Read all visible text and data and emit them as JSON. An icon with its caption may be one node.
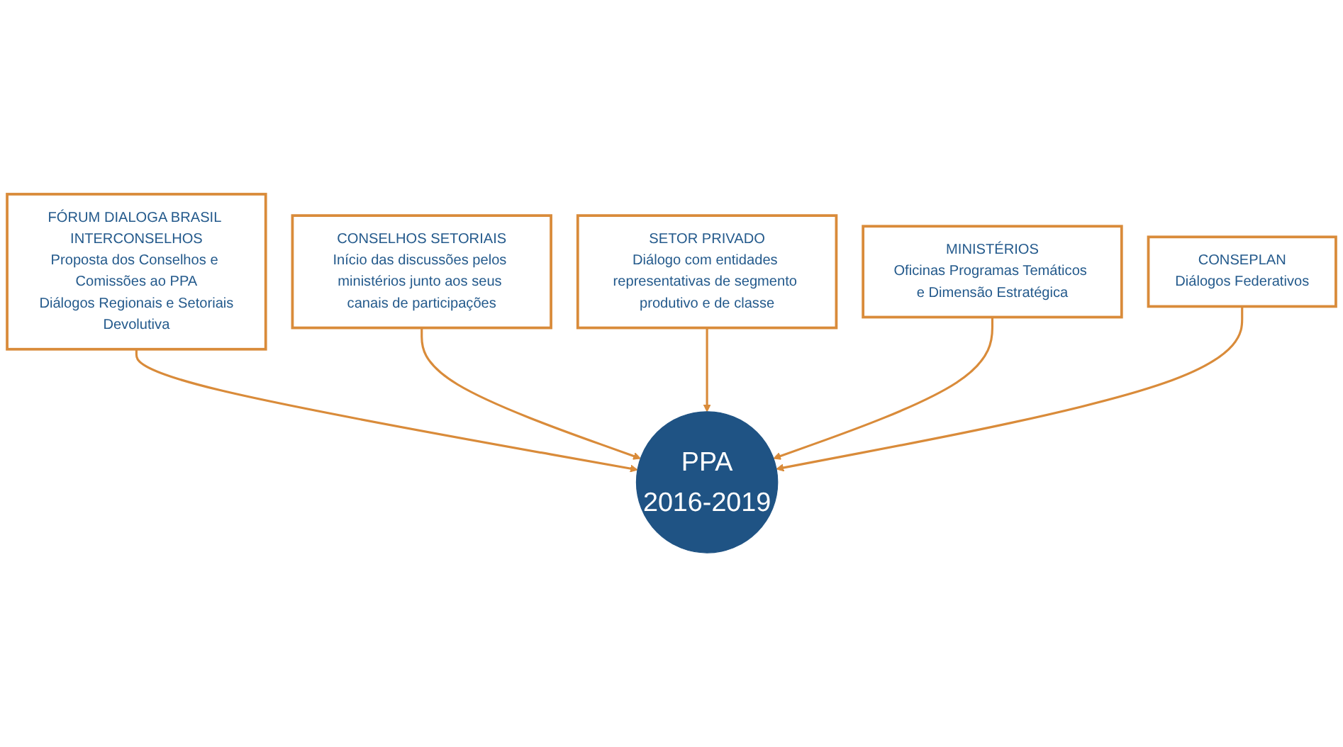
{
  "diagram": {
    "nodes": [
      {
        "text": [
          "FÓRUM DIALOGA BRASIL INTERCONSELHOS",
          "Proposta dos Conselhos e Comissões ao PPA",
          "Diálogos Regionais e Setoriais",
          "Devolutiva"
        ]
      },
      {
        "text": [
          "CONSELHOS SETORIAIS",
          "Início das discussões pelos ministérios junto aos seus canais de participações"
        ]
      },
      {
        "text": [
          "SETOR PRIVADO",
          "Diálogo com entidades representativas de segmento produtivo e de classe"
        ]
      },
      {
        "text": [
          "MINISTÉRIOS",
          "Oficinas Programas Temáticos e Dimensão Estratégica"
        ]
      },
      {
        "text": [
          "CONSEPLAN",
          "Diálogos Federativos"
        ]
      },
      {
        "text": [
          "PPA",
          "2016-2019"
        ]
      }
    ],
    "edges": [
      {
        "from": 0,
        "to": 5,
        "arrow": "to"
      },
      {
        "from": 1,
        "to": 5,
        "arrow": "to"
      },
      {
        "from": 2,
        "to": 5,
        "arrow": "to"
      },
      {
        "from": 3,
        "to": 5,
        "arrow": "to"
      },
      {
        "from": 4,
        "to": 5,
        "arrow": "to"
      }
    ]
  }
}
